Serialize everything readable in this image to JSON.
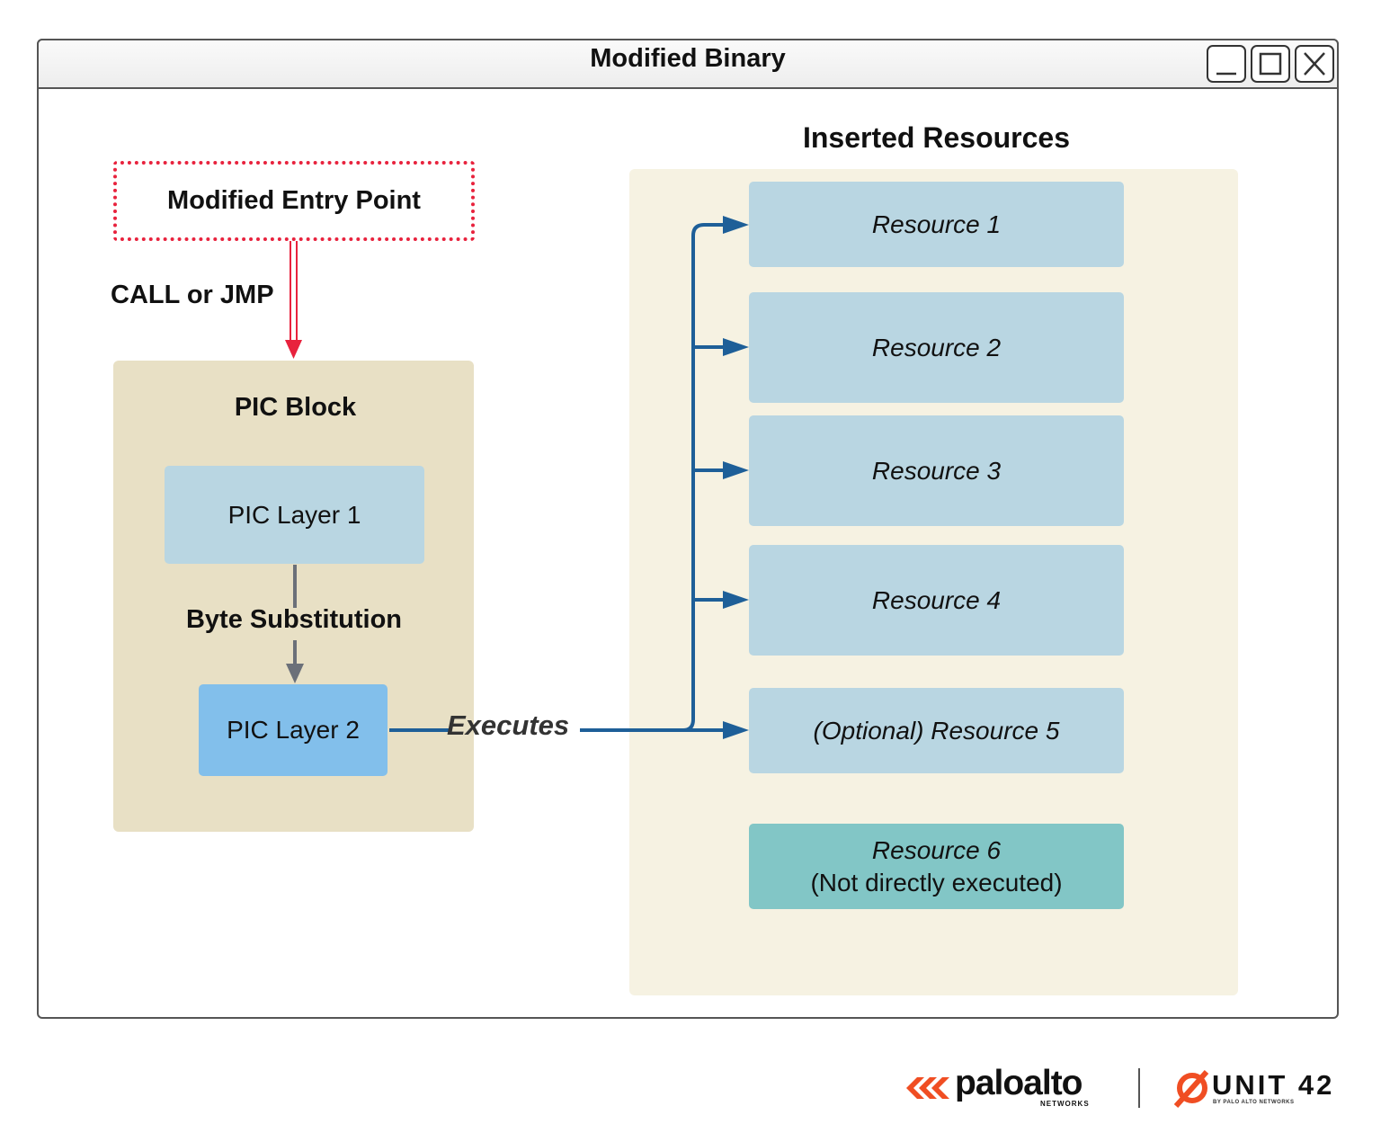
{
  "window": {
    "title": "Modified Binary"
  },
  "entry_point": {
    "label": "Modified Entry Point"
  },
  "call_edge": {
    "label": "CALL or JMP"
  },
  "pic_block": {
    "title": "PIC Block",
    "layer1": "PIC Layer 1",
    "layer2": "PIC Layer 2",
    "transition_label": "Byte Substitution"
  },
  "executes_edge": {
    "label": "Executes"
  },
  "resources": {
    "title": "Inserted Resources",
    "items": [
      {
        "label": "Resource 1"
      },
      {
        "label": "Resource 2"
      },
      {
        "label": "Resource 3"
      },
      {
        "label": "Resource 4"
      },
      {
        "label": "(Optional) Resource 5"
      },
      {
        "label": "Resource 6",
        "sublabel": "(Not directly executed)"
      }
    ]
  },
  "branding": {
    "paloalto": "paloalto",
    "paloalto_sub": "NETWORKS",
    "unit42": "UNIT 42",
    "unit42_sub": "BY PALO ALTO NETWORKS"
  },
  "colors": {
    "entry_border": "#e8223d",
    "call_arrow": "#e8223d",
    "pic_block_bg": "#e8e0c5",
    "resources_bg": "#f6f2e2",
    "resource_box": "#b9d6e2",
    "layer2_box": "#82bfeb",
    "resource6_box": "#82c6c6",
    "blue_arrow": "#1e5f98",
    "gray_arrow": "#6b7079",
    "brand_orange": "#f04e23"
  }
}
